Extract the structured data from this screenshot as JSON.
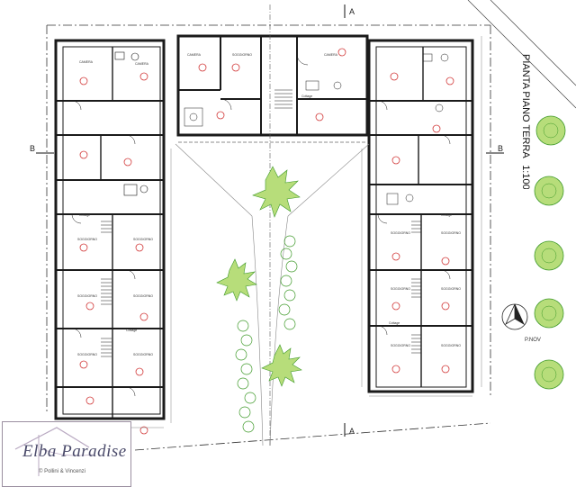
{
  "drawing": {
    "title": "PIANTA PIANO TERRA",
    "scale": "1:100",
    "section_a": "A",
    "section_b": "B",
    "north_label": "P.NOV"
  },
  "room_labels": {
    "camera": "CAMERA",
    "soggiorno": "SOGGIORNO",
    "cottage": "Cottage"
  },
  "logo": {
    "name": "Elba Paradise",
    "credit": "© Pollini & Vincenzi"
  },
  "colors": {
    "line": "#222222",
    "dim": "#555555",
    "red": "#d23a3a",
    "green_light": "#9ed04a",
    "green_dark": "#3f9a2a",
    "tree_fill": "#b7dd7a"
  }
}
